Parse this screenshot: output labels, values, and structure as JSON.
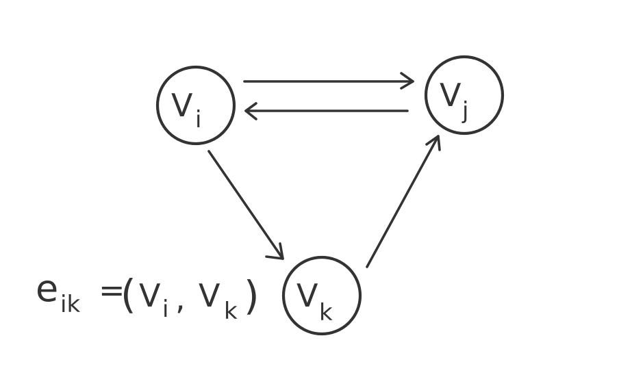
{
  "nodes": [
    {
      "id": "vi",
      "label": "V",
      "sub": "i"
    },
    {
      "id": "vj",
      "label": "V",
      "sub": "j"
    },
    {
      "id": "vk",
      "label": "V",
      "sub": "k"
    }
  ],
  "edges": [
    {
      "from": "vi",
      "to": "vj"
    },
    {
      "from": "vj",
      "to": "vi"
    },
    {
      "from": "vi",
      "to": "vk"
    },
    {
      "from": "vk",
      "to": "vj"
    }
  ],
  "annotation": {
    "symbol": "e",
    "symbol_sub": "ik",
    "equals": "=",
    "open_paren": "(",
    "first": "V",
    "first_sub": "i",
    "comma": ",",
    "second": "V",
    "second_sub": "k",
    "close_paren": ")"
  },
  "colors": {
    "ink": "#333333",
    "background": "#ffffff"
  }
}
